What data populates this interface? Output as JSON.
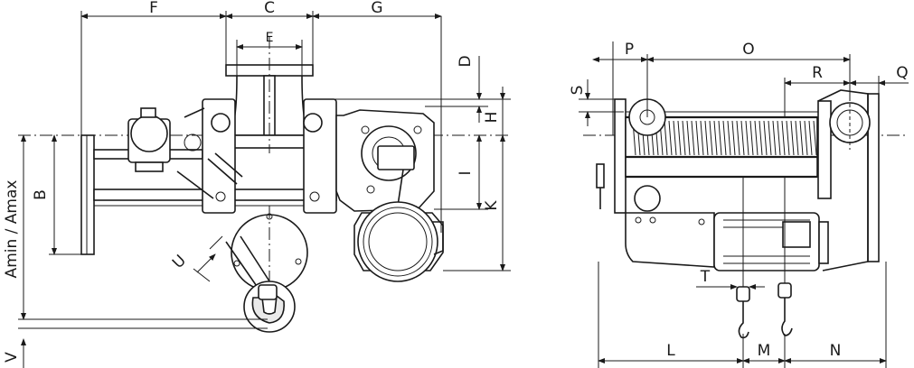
{
  "labels": {
    "F": "F",
    "C": "C",
    "G": "G",
    "E": "E",
    "D": "D",
    "H": "H",
    "I": "I",
    "K": "K",
    "B": "B",
    "A": "Amin / Amax",
    "V": "V",
    "U": "U",
    "P": "P",
    "O": "O",
    "R": "R",
    "Q": "Q",
    "S": "S",
    "T": "T",
    "L": "L",
    "M": "M",
    "N": "N"
  },
  "colors": {
    "line": "#1a1a1a",
    "background": "#ffffff",
    "shade": "#e9e9e9"
  }
}
